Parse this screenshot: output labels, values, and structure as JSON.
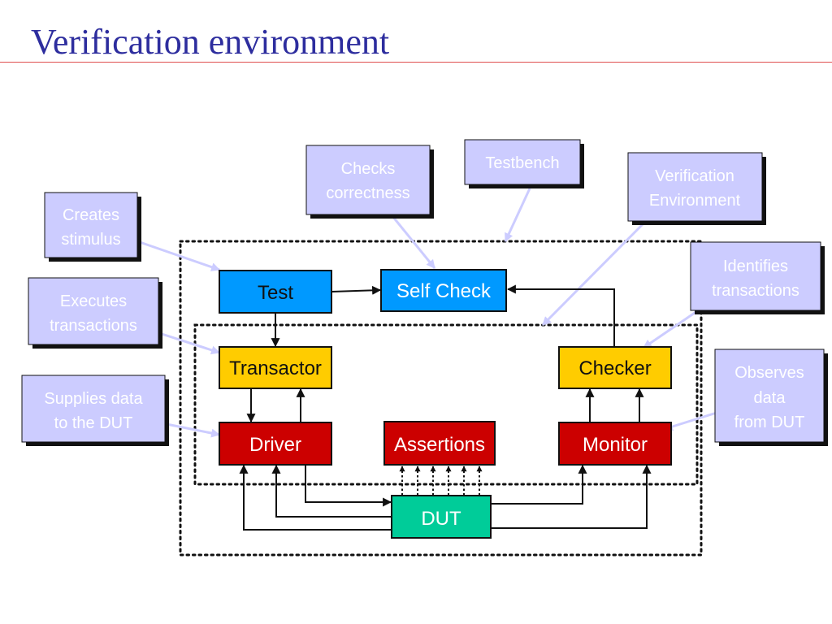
{
  "slide": {
    "title": "Verification environment"
  },
  "colors": {
    "title": "#2d2d9e",
    "rule": "#e05050",
    "callout_fill": "#ccccff",
    "test_block": "#0099ff",
    "transactor_block": "#ffcc00",
    "driver_block": "#cc0000",
    "dut_block": "#00cc99"
  },
  "callouts": {
    "creates_stimulus": [
      "Creates",
      "stimulus"
    ],
    "executes_transactions": [
      "Executes",
      "transactions"
    ],
    "supplies_data": [
      "Supplies data",
      "to the DUT"
    ],
    "checks_correctness": [
      "Checks",
      "correctness"
    ],
    "testbench": [
      "Testbench"
    ],
    "verification_environment": [
      "Verification",
      "Environment"
    ],
    "identifies_transactions": [
      "Identifies",
      "transactions"
    ],
    "observes_data": [
      "Observes",
      "data",
      "from DUT"
    ]
  },
  "blocks": {
    "test": "Test",
    "self_check": "Self Check",
    "transactor": "Transactor",
    "checker": "Checker",
    "driver": "Driver",
    "assertions": "Assertions",
    "monitor": "Monitor",
    "dut": "DUT"
  }
}
